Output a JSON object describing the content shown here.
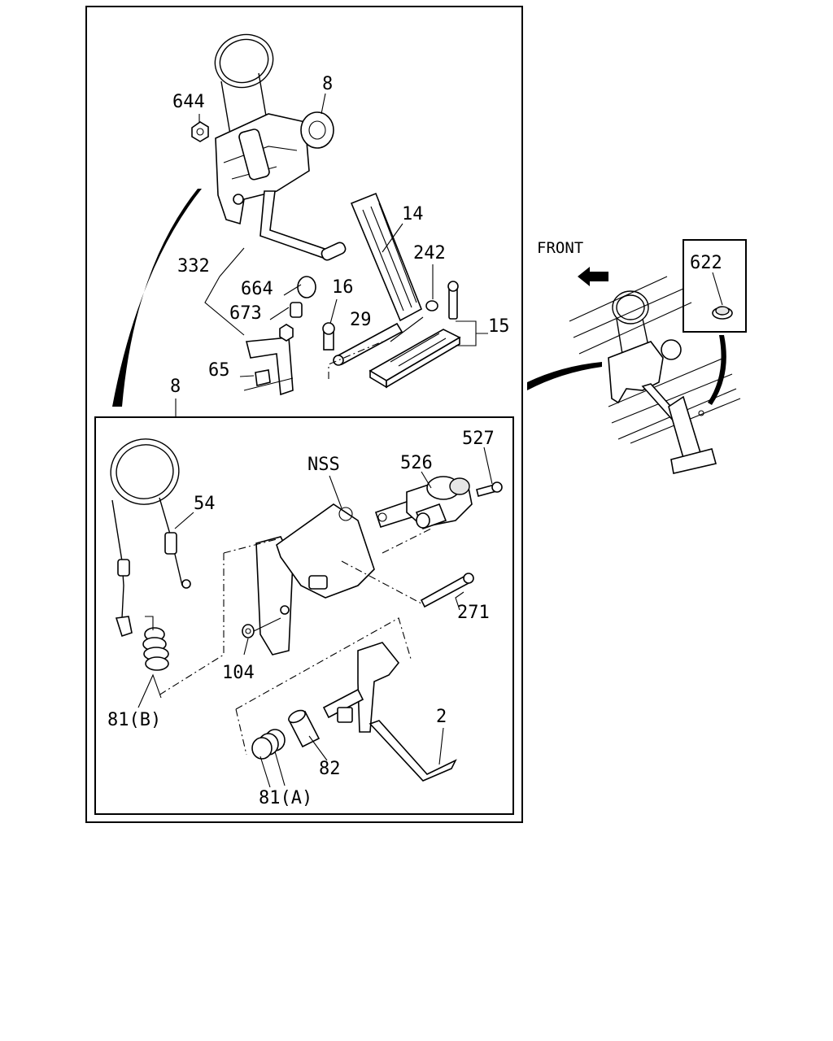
{
  "diagram": {
    "callouts": {
      "p644": "644",
      "p8_top": "8",
      "p14": "14",
      "p242": "242",
      "p332": "332",
      "p664": "664",
      "p673": "673",
      "p16": "16",
      "p29": "29",
      "p15": "15",
      "p65": "65",
      "p8_detail": "8",
      "p54": "54",
      "pNSS": "NSS",
      "p526": "526",
      "p527": "527",
      "p271": "271",
      "p104": "104",
      "p81b": "81(B)",
      "p2": "2",
      "p82": "82",
      "p81a": "81(A)",
      "p622": "622"
    },
    "front_label": "FRONT"
  }
}
